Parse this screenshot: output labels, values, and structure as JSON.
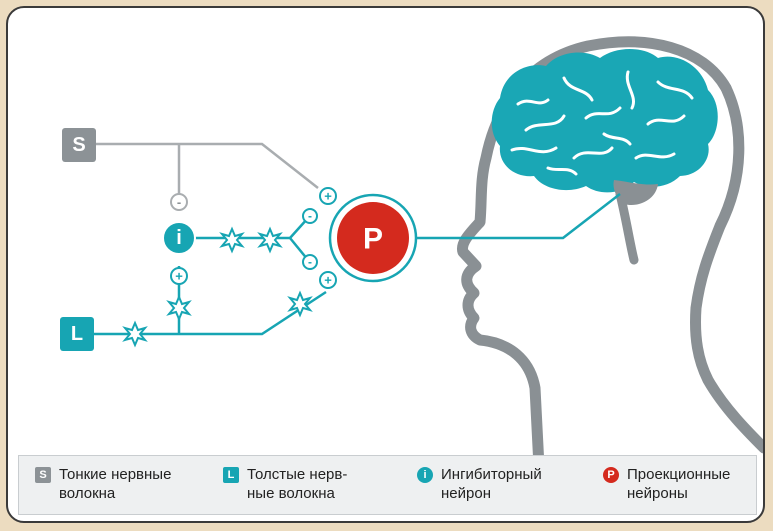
{
  "nodes": {
    "s": {
      "letter": "S",
      "color": "#8c9296"
    },
    "l": {
      "letter": "L",
      "color": "#17a5b3"
    },
    "i": {
      "letter": "i",
      "color": "#17a5b3"
    },
    "p": {
      "letter": "P",
      "color": "#d42a1e"
    }
  },
  "signs": {
    "s_to_i": "-",
    "l_to_i": "+",
    "s_to_p": "+",
    "i_to_p_upper": "-",
    "i_to_p_lower": "-",
    "l_to_p": "+"
  },
  "colors": {
    "cyan": "#17a5b3",
    "gray_line": "#a9adb0",
    "head_outline": "#8a9094",
    "brain": "#1aa7b5",
    "red": "#d42a1e"
  },
  "legend": [
    {
      "icon": "S",
      "shape": "square",
      "color": "#8c9296",
      "text": "Тонкие нервные\nволокна"
    },
    {
      "icon": "L",
      "shape": "square",
      "color": "#17a5b3",
      "text": "Толстые нерв-\nные волокна"
    },
    {
      "icon": "i",
      "shape": "circle",
      "color": "#17a5b3",
      "text": "Ингибиторный\nнейрон"
    },
    {
      "icon": "P",
      "shape": "circle",
      "color": "#d42a1e",
      "text": "Проекционные\nнейроны"
    }
  ]
}
